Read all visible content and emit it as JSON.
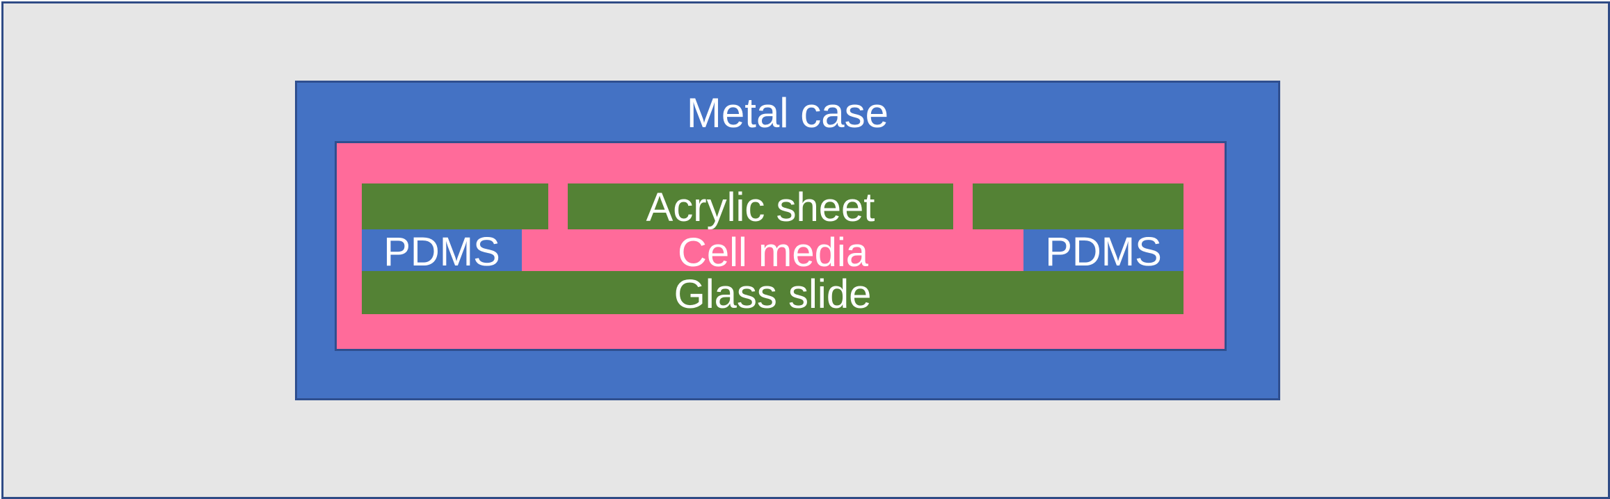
{
  "diagram": {
    "layers": {
      "metal_case": "Metal case",
      "acrylic_sheet": "Acrylic sheet",
      "cell_media": "Cell media",
      "pdms_left": "PDMS",
      "pdms_right": "PDMS",
      "glass_slide": "Glass slide"
    },
    "colors": {
      "background": "#E6E6E6",
      "outer_border": "#2F4B86",
      "metal_case": "#4472C4",
      "cell_media": "#FF6B9A",
      "acrylic_and_glass": "#548235",
      "pdms": "#4472C4",
      "text": "#FFFFFF"
    }
  }
}
